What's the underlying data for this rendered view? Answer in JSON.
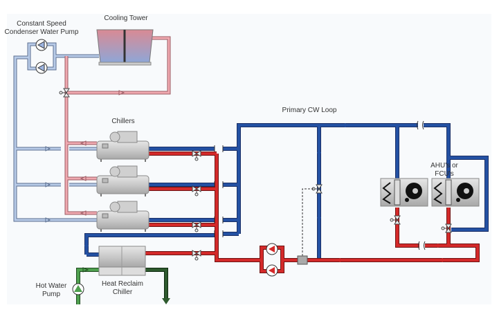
{
  "labels": {
    "cooling_tower": "Cooling Tower",
    "cw_pump_line1": "Constant Speed",
    "cw_pump_line2": "Condenser Water Pump",
    "chillers": "Chillers",
    "primary_loop": "Primary CW Loop",
    "ahu_line1": "AHU's or",
    "ahu_line2": "FCU's",
    "hr_chiller_line1": "Heat Reclaim",
    "hr_chiller_line2": "Chiller",
    "hw_pump_line1": "Hot Water",
    "hw_pump_line2": "Pump"
  },
  "colors": {
    "condenser_supply": "#b8cbe8",
    "condenser_return": "#f0a9b0",
    "chilled_supply": "#2451a3",
    "chilled_return": "#d42a2a",
    "hot_water_supply": "#4fa04f",
    "hot_water_return": "#2e5a2e"
  }
}
